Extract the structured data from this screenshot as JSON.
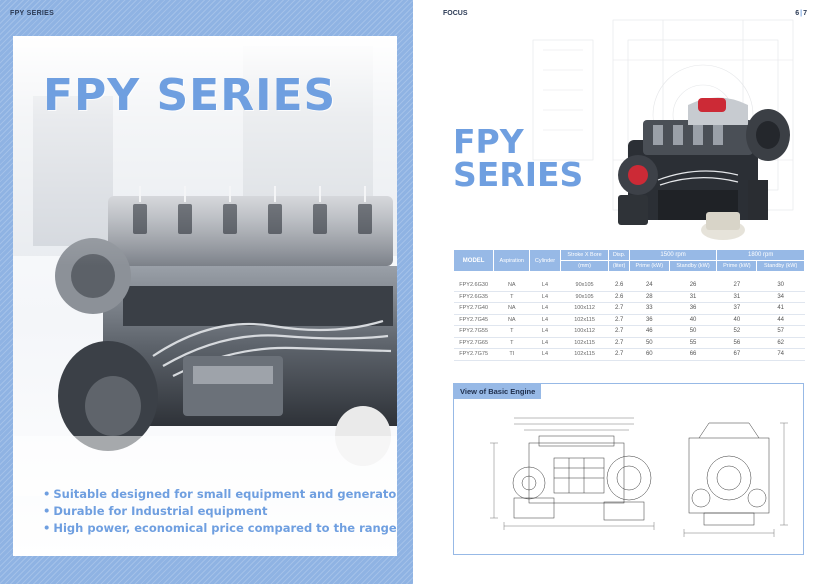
{
  "left_page": {
    "header": "FPY SERIES",
    "title": "FPY SERIES",
    "bullets": [
      "Suitable designed for small equipment and generators",
      "Durable for Industrial equipment",
      "High power, economical price compared to the range"
    ]
  },
  "right_page": {
    "header": "FOCUS",
    "page_left": "6",
    "page_sep": "|",
    "page_right": "7",
    "title_line1": "FPY",
    "title_line2": "SERIES",
    "table": {
      "headers": {
        "model": "MODEL",
        "aspiration": "Aspiration",
        "cylinder": "Cylinder",
        "stroke_bore": "Stroke  X  Bore",
        "stroke_bore_unit": "(mm)",
        "disp": "Disp.",
        "disp_unit": "(liter)",
        "rpm1500": "1500 rpm",
        "rpm1800": "1800 rpm",
        "prime": "Prime (kW)",
        "standby": "Standby (kW)"
      },
      "rows": [
        {
          "model": "FPY2.6G30",
          "aspiration": "NA",
          "cylinder": "L4",
          "stroke_bore": "90x105",
          "disp": "2.6",
          "p1500": "24",
          "s1500": "26",
          "p1800": "27",
          "s1800": "30"
        },
        {
          "model": "FPY2.6G35",
          "aspiration": "T",
          "cylinder": "L4",
          "stroke_bore": "90x105",
          "disp": "2.6",
          "p1500": "28",
          "s1500": "31",
          "p1800": "31",
          "s1800": "34"
        },
        {
          "model": "FPY2.7G40",
          "aspiration": "NA",
          "cylinder": "L4",
          "stroke_bore": "100x112",
          "disp": "2.7",
          "p1500": "33",
          "s1500": "36",
          "p1800": "37",
          "s1800": "41"
        },
        {
          "model": "FPY2.7G45",
          "aspiration": "NA",
          "cylinder": "L4",
          "stroke_bore": "102x115",
          "disp": "2.7",
          "p1500": "36",
          "s1500": "40",
          "p1800": "40",
          "s1800": "44"
        },
        {
          "model": "FPY2.7G55",
          "aspiration": "T",
          "cylinder": "L4",
          "stroke_bore": "100x112",
          "disp": "2.7",
          "p1500": "46",
          "s1500": "50",
          "p1800": "52",
          "s1800": "57"
        },
        {
          "model": "FPY2.7G65",
          "aspiration": "T",
          "cylinder": "L4",
          "stroke_bore": "102x115",
          "disp": "2.7",
          "p1500": "50",
          "s1500": "55",
          "p1800": "56",
          "s1800": "62"
        },
        {
          "model": "FPY2.7G75",
          "aspiration": "TI",
          "cylinder": "L4",
          "stroke_bore": "102x115",
          "disp": "2.7",
          "p1500": "60",
          "s1500": "66",
          "p1800": "67",
          "s1800": "74"
        }
      ]
    },
    "view_label": "View of Basic Engine"
  },
  "colors": {
    "accent_blue": "#6f9fe0",
    "panel_blue": "#8fb3e3",
    "header_blue": "#97b9e6",
    "dark_text": "#2b3a55"
  }
}
